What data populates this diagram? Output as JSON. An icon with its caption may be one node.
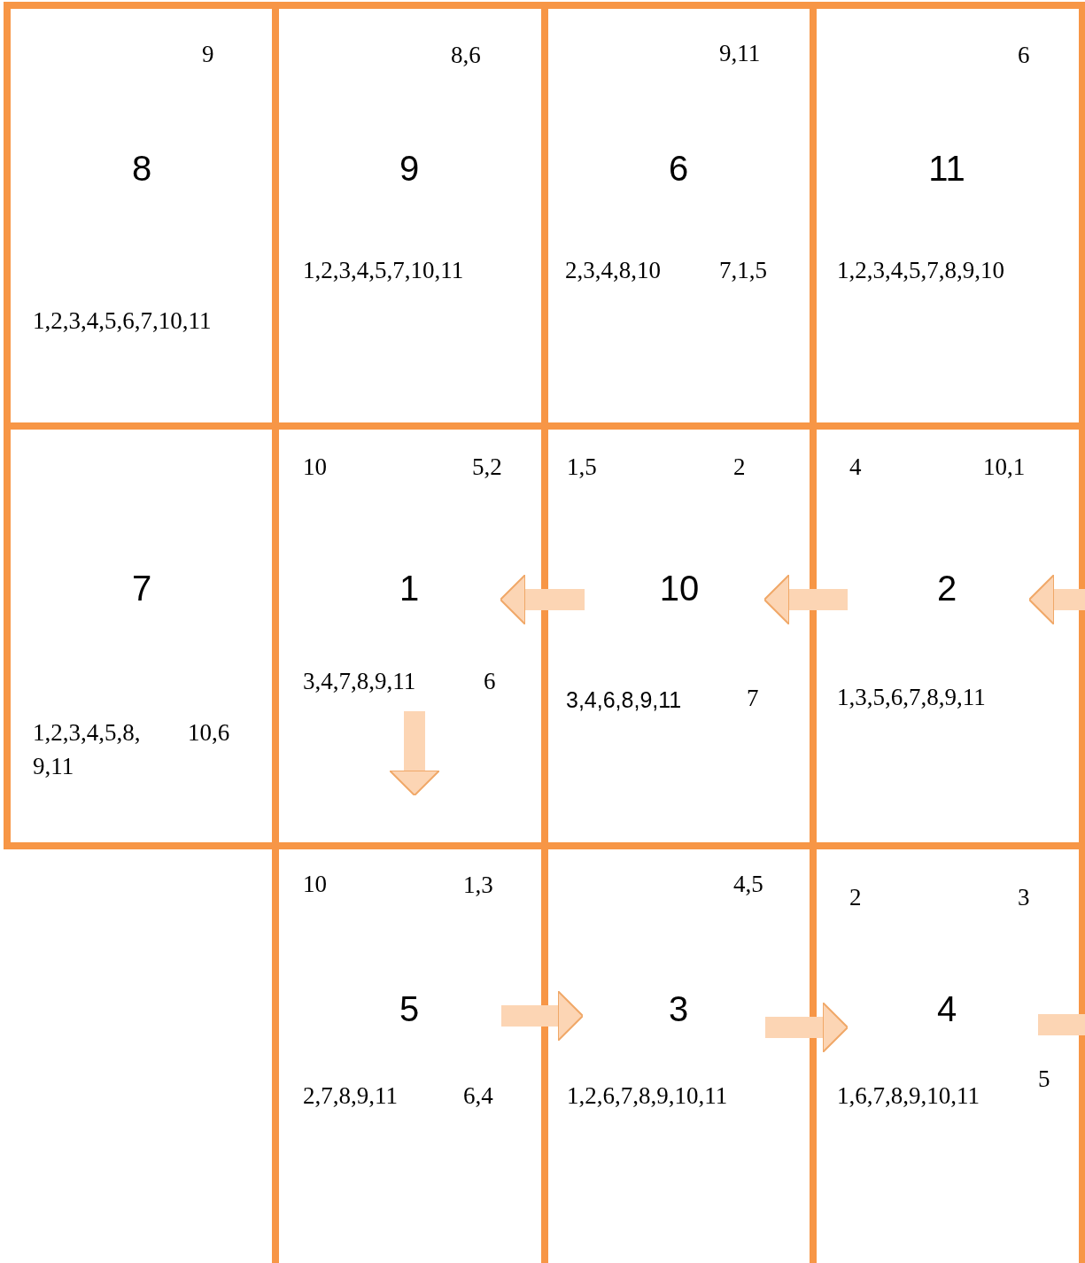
{
  "diagram": {
    "nodes": [
      {
        "text": [
          "9",
          "8",
          "1,2,3,4,5,6,7,10,11"
        ]
      },
      {
        "text": [
          "8,6",
          "9",
          "1,2,3,4,5,7,10,11"
        ]
      },
      {
        "text": [
          "9,11",
          "6",
          "2,3,4,8,10",
          "7,1,5"
        ]
      },
      {
        "text": [
          "6",
          "11",
          "1,2,3,4,5,7,8,9,10"
        ]
      },
      {
        "text": [
          "7",
          "1,2,3,4,5,8, 9,11",
          "10,6"
        ]
      },
      {
        "text": [
          "10",
          "5,2",
          "1",
          "3,4,7,8,9,11",
          "6"
        ]
      },
      {
        "text": [
          "1,5",
          "2",
          "10",
          "3,4,6,8,9,11",
          "7"
        ]
      },
      {
        "text": [
          "4",
          "10,1",
          "2",
          "1,3,5,6,7,8,9,11"
        ]
      },
      {
        "text": [
          "10",
          "1,3",
          "5",
          "2,7,8,9,11",
          "6,4"
        ]
      },
      {
        "text": [
          "4,5",
          "3",
          "1,2,6,7,8,9,10,11"
        ]
      },
      {
        "text": [
          "2",
          "3",
          "4",
          "1,6,7,8,9,10,11",
          "5"
        ]
      }
    ],
    "edges": [
      {
        "from": 6,
        "to": 5,
        "arrow": "to"
      },
      {
        "from": 7,
        "to": 6,
        "arrow": "to"
      },
      {
        "from": null,
        "to": 7,
        "arrow": "to"
      },
      {
        "from": 5,
        "to": 8,
        "arrow": "to"
      },
      {
        "from": 8,
        "to": 9,
        "arrow": "to"
      },
      {
        "from": 9,
        "to": 10,
        "arrow": "to"
      },
      {
        "from": 10,
        "to": null,
        "arrow": "none"
      }
    ]
  }
}
